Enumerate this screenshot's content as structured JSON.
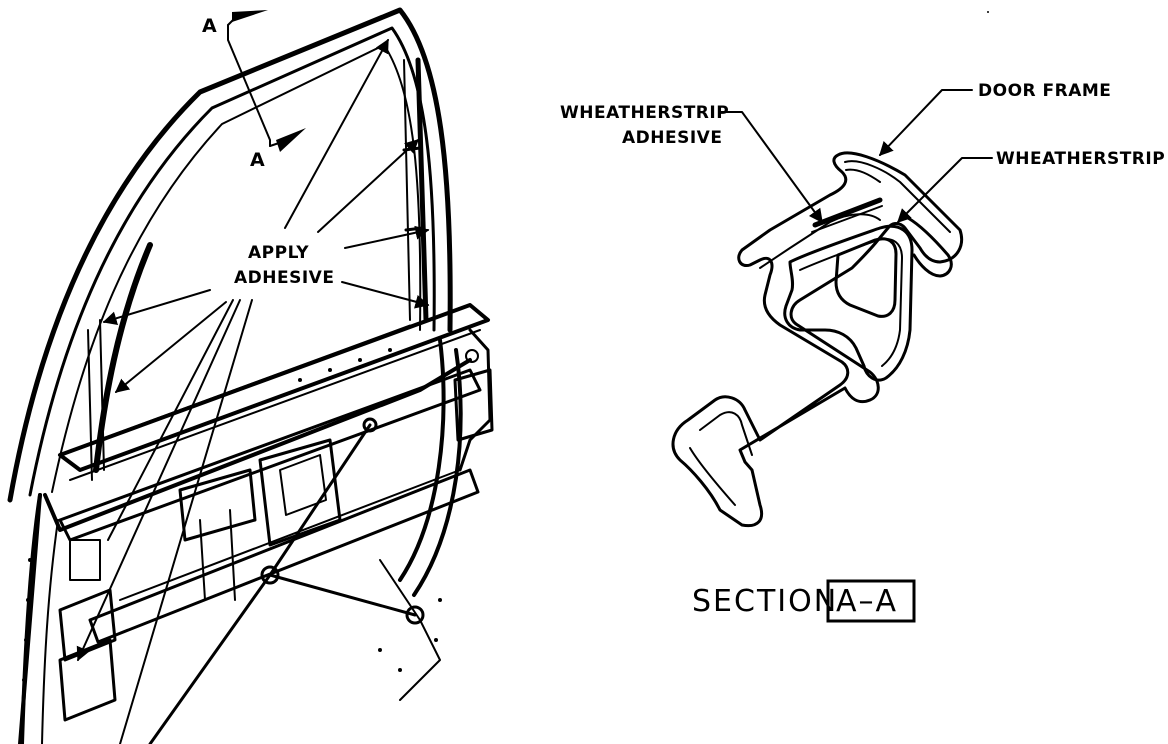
{
  "diagram": {
    "section_marker_top": "A",
    "section_marker_bottom": "A",
    "apply_adhesive_line1": "APPLY",
    "apply_adhesive_line2": "ADHESIVE",
    "wheatherstrip_adhesive_line1": "WHEATHERSTRIP",
    "wheatherstrip_adhesive_line2": "ADHESIVE",
    "door_frame": "DOOR FRAME",
    "wheatherstrip": "WHEATHERSTRIP",
    "section_word": "SECTION",
    "section_id": "A–A"
  }
}
